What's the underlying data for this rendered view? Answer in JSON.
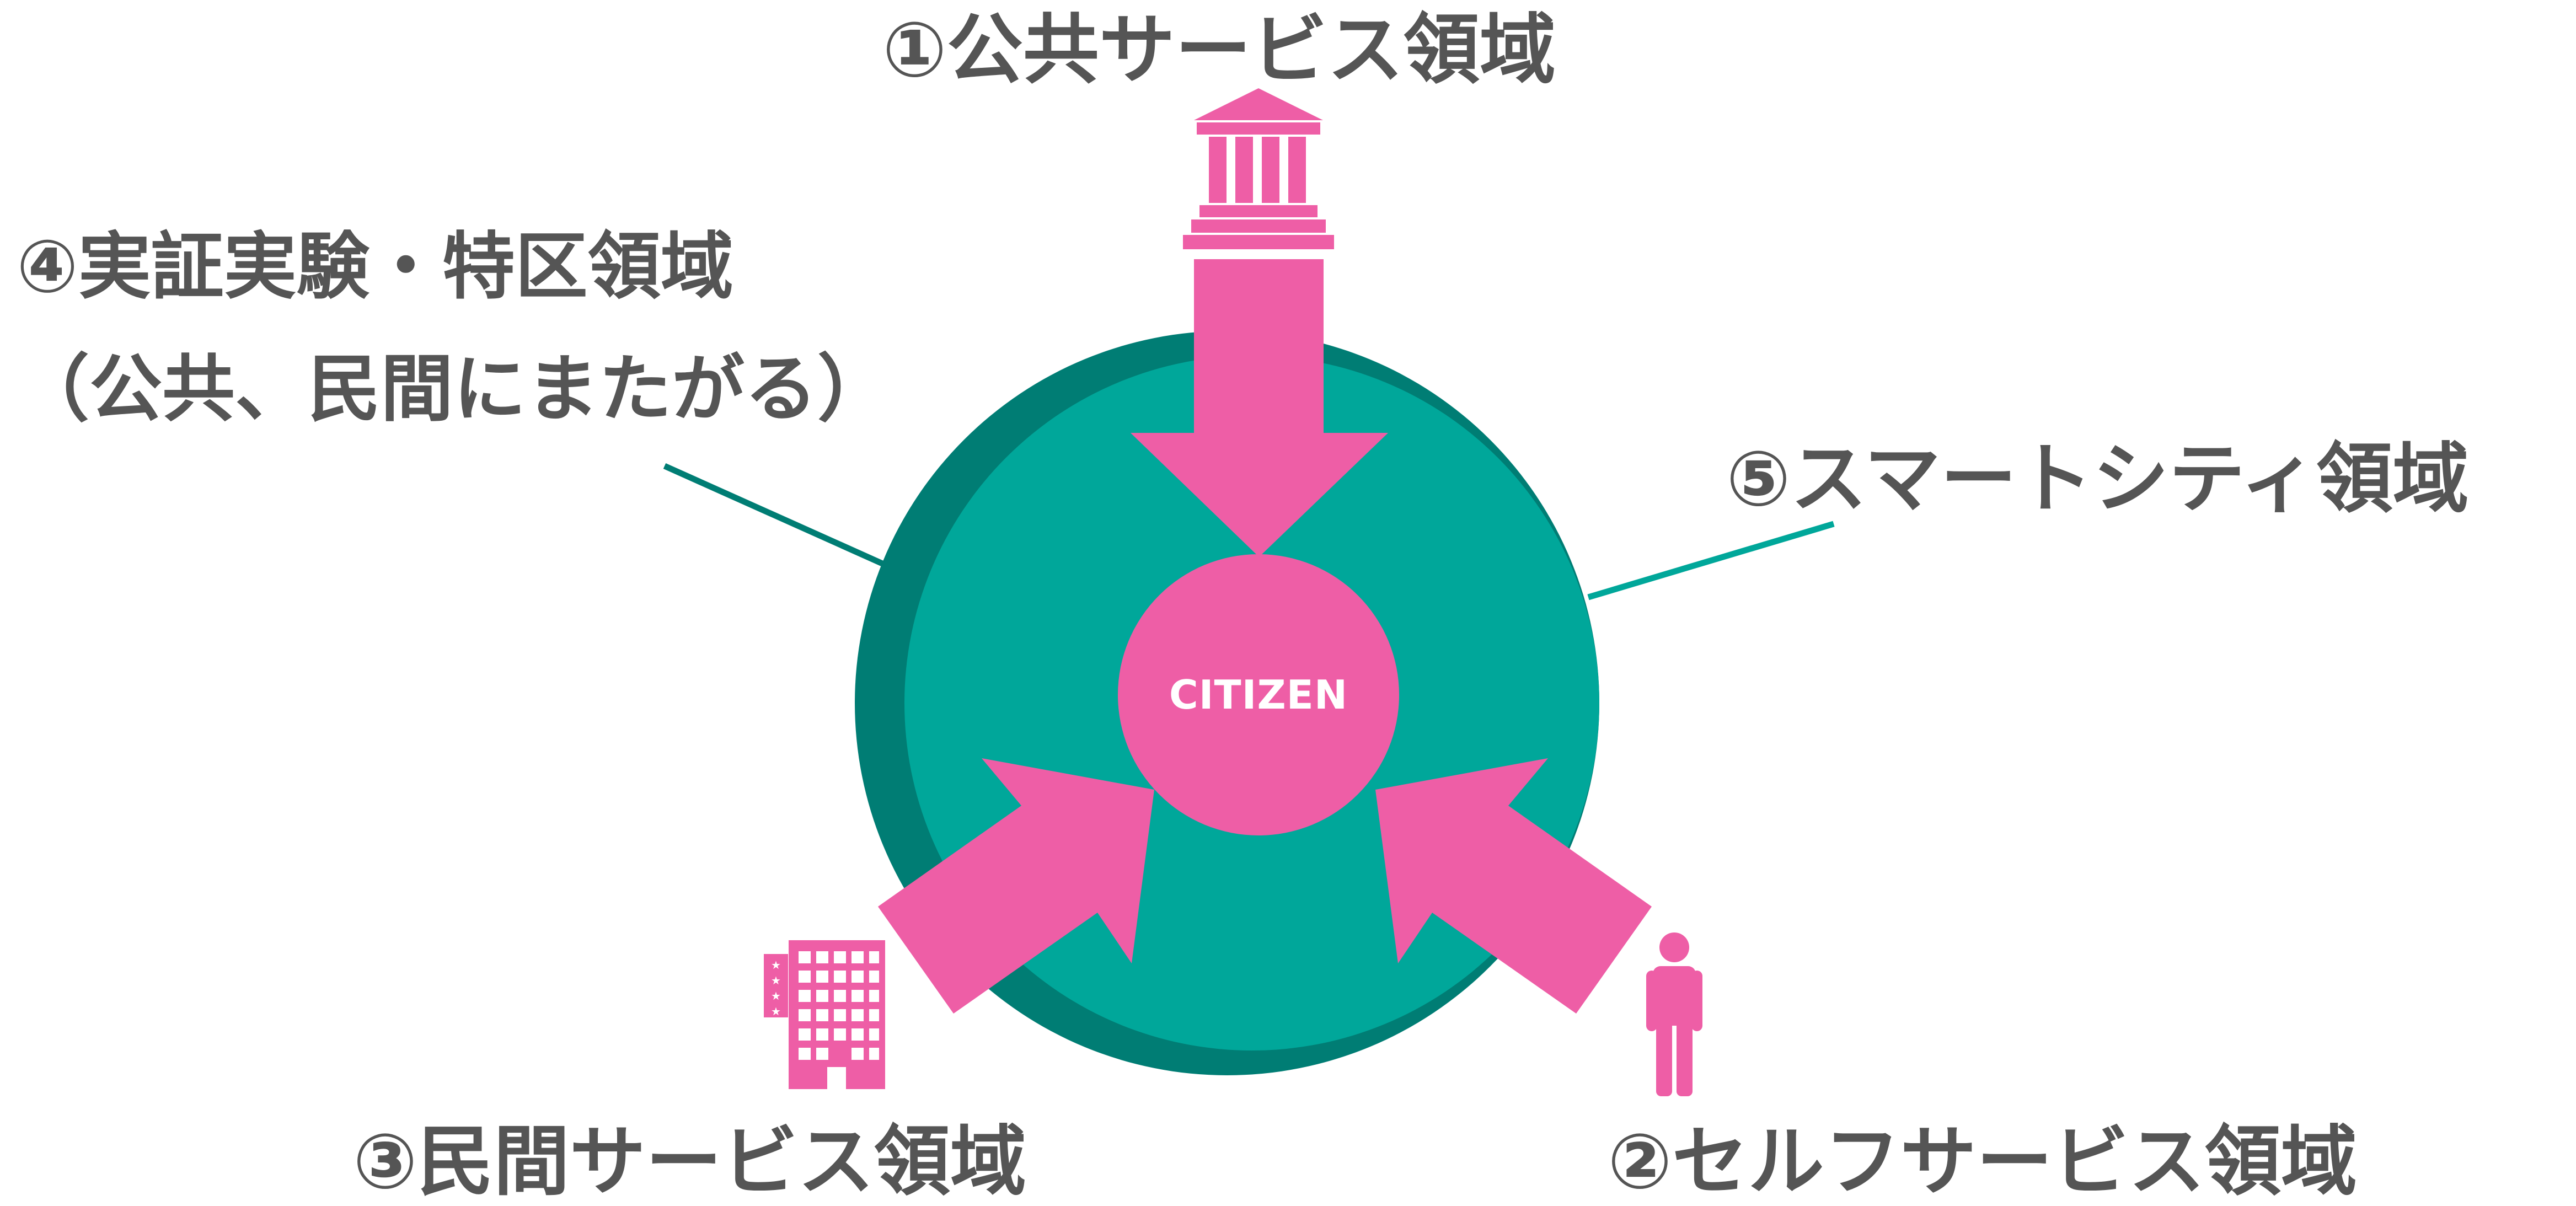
{
  "labels": {
    "public_services": "①公共サービス領域",
    "experiment_line1": "④実証実験・特区領域",
    "experiment_line2": "（公共、民間にまたがる）",
    "smart_city": "⑤スマートシティ領域",
    "private_services": "③民間サービス領域",
    "self_services": "②セルフサービス領域"
  },
  "center_label": "CITIZEN",
  "icons": [
    "government-building-icon",
    "office-building-icon",
    "person-icon"
  ],
  "colors": {
    "circle": "#00A79A",
    "circle_shadow": "#007D74",
    "pink": "#EE5EA6",
    "text": "#555555"
  }
}
